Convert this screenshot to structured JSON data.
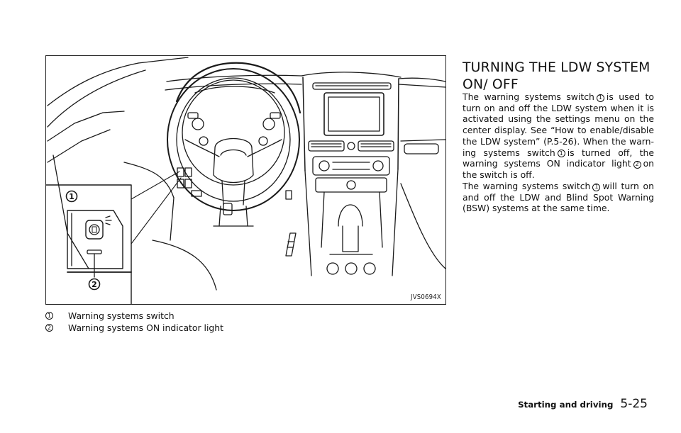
{
  "figure": {
    "code": "JVS0694X",
    "callout_1": "1",
    "callout_2": "2",
    "description": "Driver's side dashboard line drawing with steering wheel, center console and inset enlargement of the warning systems switch"
  },
  "legend": [
    {
      "marker": "1",
      "text": "Warning systems switch"
    },
    {
      "marker": "2",
      "text": "Warning systems ON indicator light"
    }
  ],
  "section": {
    "heading": "TURNING THE LDW SYSTEM ON/ OFF",
    "p1": {
      "t1": "The warning systems switch",
      "m1": "1",
      "t2": "is used to turn on and off the LDW system when it is activated using the settings menu on the center display. See “How to enable/disable the LDW system” (P.5-26). When the warn-ing systems switch",
      "m2": "1",
      "t3": "is turned off, the warning systems ON indicator light",
      "m3": "2",
      "t4": "on the switch is off."
    },
    "p2": {
      "t1": "The warning systems switch",
      "m1": "1",
      "t2": "will turn on and off the LDW and Blind Spot Warning (BSW) systems at the same time."
    }
  },
  "footer": {
    "section": "Starting and driving",
    "page": "5-25"
  }
}
